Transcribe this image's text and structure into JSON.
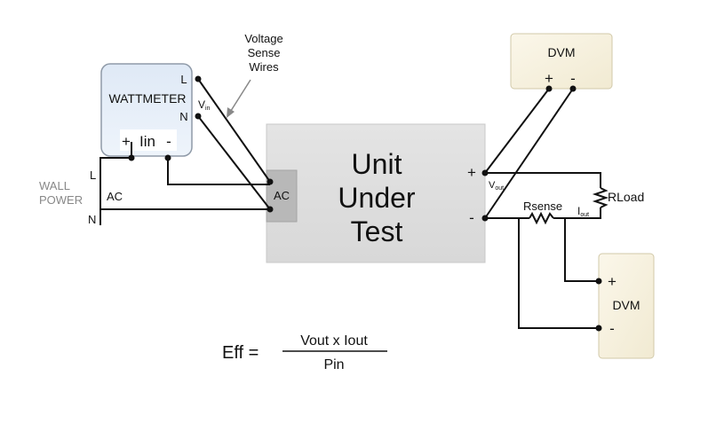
{
  "wattmeter": {
    "title": "WATTMETER",
    "terminal_l": "L",
    "terminal_n": "N",
    "vin_base": "V",
    "vin_sub": "in",
    "iin_plus": "+",
    "iin_label": "Iin",
    "iin_minus": "-"
  },
  "voltage_sense": {
    "line1": "Voltage",
    "line2": "Sense",
    "line3": "Wires"
  },
  "wall_power": {
    "line1": "WALL",
    "line2": "POWER",
    "l": "L",
    "ac": "AC",
    "n": "N"
  },
  "uut": {
    "line1": "Unit",
    "line2": "Under",
    "line3": "Test",
    "ac_port": "AC",
    "plus": "+",
    "minus": "-",
    "vout_base": "V",
    "vout_sub": "out"
  },
  "dvm_top": {
    "title": "DVM",
    "plus": "+",
    "minus": "-"
  },
  "dvm_right": {
    "title": "DVM",
    "plus": "+",
    "minus": "-"
  },
  "load": {
    "rload": "RLoad",
    "rsense": "Rsense",
    "iout_base": "I",
    "iout_sub": "out"
  },
  "formula": {
    "lhs": "Eff =",
    "numerator": "Vout x Iout",
    "denominator": "Pin"
  }
}
